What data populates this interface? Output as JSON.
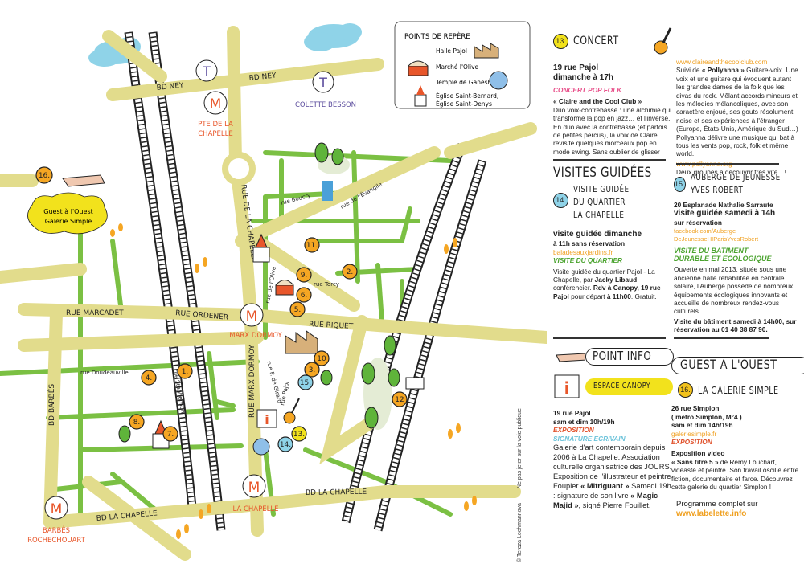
{
  "legend": {
    "title": "POINTS DE REPÈRE",
    "items": [
      "Halle Pajol",
      "Marché l'Olive",
      "Temple de Ganesh",
      "Église Saint-Bernard,",
      "Église Saint-Denys"
    ]
  },
  "map": {
    "roads": [
      "BD NEY",
      "BD NEY",
      "RUE DE LA CHAPELLE",
      "RUE MARCADET",
      "RUE ORDENER",
      "RUE RIQUET",
      "RUE MARX DORMOY",
      "BD BARBÈS",
      "BD LA CHAPELLE",
      "BD LA CHAPELLE"
    ],
    "streets": [
      "rue Boucry",
      "rue de l'Évangile",
      "rue de l'Olive",
      "rue Torcy",
      "rue Doudeauville",
      "rue Stephenson",
      "rue P. de Girard",
      "rue Pajol"
    ],
    "stations": [
      {
        "type": "T",
        "name": "",
        "label": "T"
      },
      {
        "type": "T",
        "name": "COLETTE BESSON",
        "label": "T"
      },
      {
        "type": "M",
        "name": "PTE DE LA",
        "name2": "CHAPELLE",
        "label": "M"
      },
      {
        "type": "M",
        "name": "MARX DORMOY",
        "label": "M"
      },
      {
        "type": "M",
        "name": "LA CHAPELLE",
        "label": "M"
      },
      {
        "type": "M",
        "name": "BARBÈS",
        "name2": "ROCHECHOUART",
        "label": "M"
      }
    ],
    "markers": [
      "1.",
      "2.",
      "3.",
      "4.",
      "5.",
      "6.",
      "7.",
      "8.",
      "9.",
      "10",
      "11.",
      "12",
      "13.",
      "14.",
      "15.",
      "16."
    ],
    "guest_cloud": [
      "Guest à l'Ouest",
      "Galerie Simple"
    ]
  },
  "credits": [
    "© Tereza Lochmannova",
    "Ne pas jeter sur la voie publique"
  ],
  "concert": {
    "num": "13.",
    "title": "CONCERT",
    "address": "19 rue Pajol",
    "when": "dimanche à 17h",
    "category": "CONCERT POP FOLK",
    "name": "« Claire and the Cool Club »",
    "text1": "Duo voix-contrebasse : une alchimie qui transforme la pop en jazz… et l'inverse. En duo avec la contrebasse (et parfois de petites percus), la voix de Claire revisite quelques morceaux pop en mode swing. Sans oublier de glisser dans le répertoire quelques standards de jazz. Cette formation voix-contrebasse, assez rare, donne une couleur bien particulière à ce spectacle en faisant apparaître l'âme des chansons, sans aucun fard.",
    "link1": "www.claireandthecoolclub.com",
    "text2a": "Suivi de ",
    "name2": "« Pollyanna »",
    "text2": " Guitare-voix. Une voix et une guitare qui évoquent autant les grandes dames de la folk que les divas du rock. Mêlant accords mineurs et les mélodies mélancoliques, avec son caractère enjoué, ses gouts résolument noise et ses expériences à l'étranger (Europe, États-Unis, Amérique du Sud…) Pollyanna délivre une musique qui bat à tous les vents pop, rock, folk et même world.",
    "link2": "www.pollyanna.org",
    "outro": "Deux groupes à découvrir très vite…!"
  },
  "visites": {
    "title": "VISITES GUIDÉES",
    "v14": {
      "num": "14.",
      "title": [
        "VISITE GUIDÉE",
        "DU QUARTIER",
        "LA CHAPELLE"
      ],
      "when1": "visite guidée dimanche",
      "when2": "à 11h sans réservation",
      "link": "baladesauxjardins.fr",
      "category": "VISITE DU QUARTIER",
      "t1": "Visite guidée du quartier Pajol - La Chapelle, par ",
      "guide": "Jacky Libaud",
      "t2": ", conférencier. ",
      "rdv": "Rdv à Canopy, 19 rue Pajol",
      "t3": " pour départ ",
      "time": "à 11h00",
      "t4": ". Gratuit."
    },
    "v15": {
      "num": "15.",
      "title": [
        "AUBERGE DE JEUNESSE",
        "YVES ROBERT"
      ],
      "address": "20 Esplanade Nathalie Sarraute",
      "when1": "visite guidée samedi à 14h",
      "when2": "sur réservation",
      "link1": "facebook.com/Auberge",
      "link2": "DeJeunesseHIParisYvesRobert",
      "category": [
        "VISITE DU BATIMENT",
        "DURABLE ET ECOLOGIQUE"
      ],
      "text": "Ouverte en mai 2013, située sous une ancienne halle réhabilitée en centrale solaire, l'Auberge possède de nombreux équipements écologiques innovants et accueille de nombreux rendez-vous culturels.",
      "bold": "Visite du bâtiment samedi à 14h00, sur réservation au 01 40 38 87 90."
    }
  },
  "info": {
    "title": "POINT INFO",
    "venue": "ESPACE CANOPY",
    "address": "19 rue Pajol",
    "when": "sam et dim 10h/19h",
    "cat1": "EXPOSITION",
    "cat2": "SIGNATURE ECRIVAIN",
    "t1": "Galerie d'art contemporain depuis 2006 à La Chapelle. Association culturelle organisatrice des JOURS. Exposition de l'illustrateur et peintre Foupier ",
    "n1": "« Mitriguant »",
    "t2": " Samedi 19h : signature de son livre ",
    "n2": "« Magic Majid »",
    "t3": ", signé Pierre Fouillet."
  },
  "guest": {
    "title": "GUEST À L'OUEST",
    "num": "16.",
    "venue": "LA GALERIE SIMPLE",
    "address": "26 rue Simplon",
    "metro": "( métro Simplon, M°4 )",
    "when": "sam et dim 14h/19h",
    "link": "galeriesimple.fr",
    "category": "EXPOSITION",
    "sub": "Exposition video",
    "work": "« Sans titre 5 »",
    "text": " de Rémy Louchart, videaste et peintre. Son travail oscille entre fiction, documentaire et farce. Découvrez cette galerie du quartier Simplon !",
    "prog": "Programme complet sur",
    "site": "www.labelette.info"
  },
  "colors": {
    "road": "#e2dc8c",
    "green": "#7bc043",
    "orange": "#f5a623",
    "metro": "#e8562a",
    "tram": "#5a4b9c",
    "blue": "#8fd3e8",
    "yellow": "#f2e21c"
  }
}
